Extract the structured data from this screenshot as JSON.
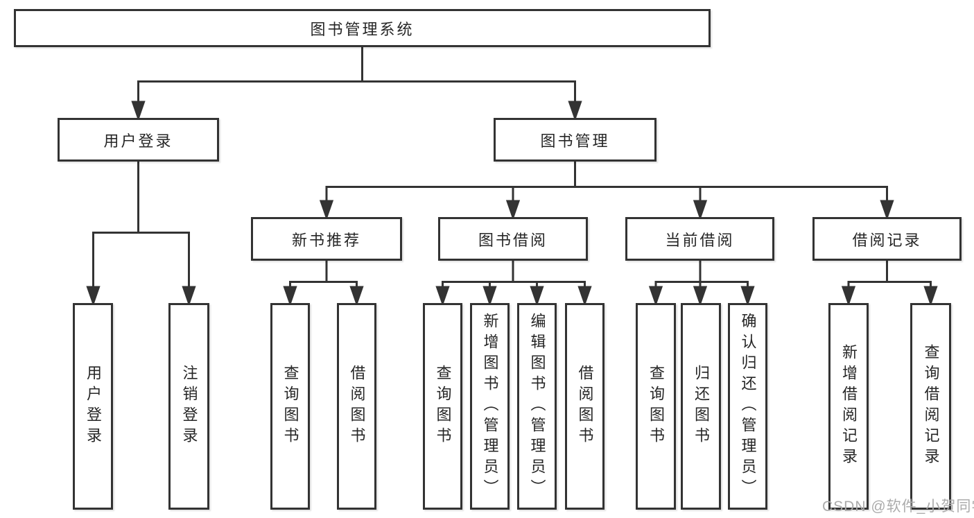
{
  "tree": {
    "root": {
      "label": "图书管理系统"
    },
    "level2": [
      {
        "label": "用户登录"
      },
      {
        "label": "图书管理"
      }
    ],
    "level3": [
      {
        "label": "新书推荐"
      },
      {
        "label": "图书借阅"
      },
      {
        "label": "当前借阅"
      },
      {
        "label": "借阅记录"
      }
    ],
    "leaves": {
      "login": [
        {
          "label": "用户登录"
        },
        {
          "label": "注销登录"
        }
      ],
      "recommend": [
        {
          "label": "查询图书"
        },
        {
          "label": "借阅图书"
        }
      ],
      "borrow": [
        {
          "label": "查询图书"
        },
        {
          "label": "新增图书（管理员）"
        },
        {
          "label": "编辑图书（管理员）"
        },
        {
          "label": "借阅图书"
        }
      ],
      "current": [
        {
          "label": "查询图书"
        },
        {
          "label": "归还图书"
        },
        {
          "label": "确认归还（管理员）"
        }
      ],
      "records": [
        {
          "label": "新增借阅记录"
        },
        {
          "label": "查询借阅记录"
        }
      ]
    }
  },
  "watermark": {
    "text": "CSDN @软件_小贺同学"
  },
  "colors": {
    "line": "#333333",
    "text": "#262626",
    "watermark": "#ababab",
    "background": "#ffffff"
  }
}
